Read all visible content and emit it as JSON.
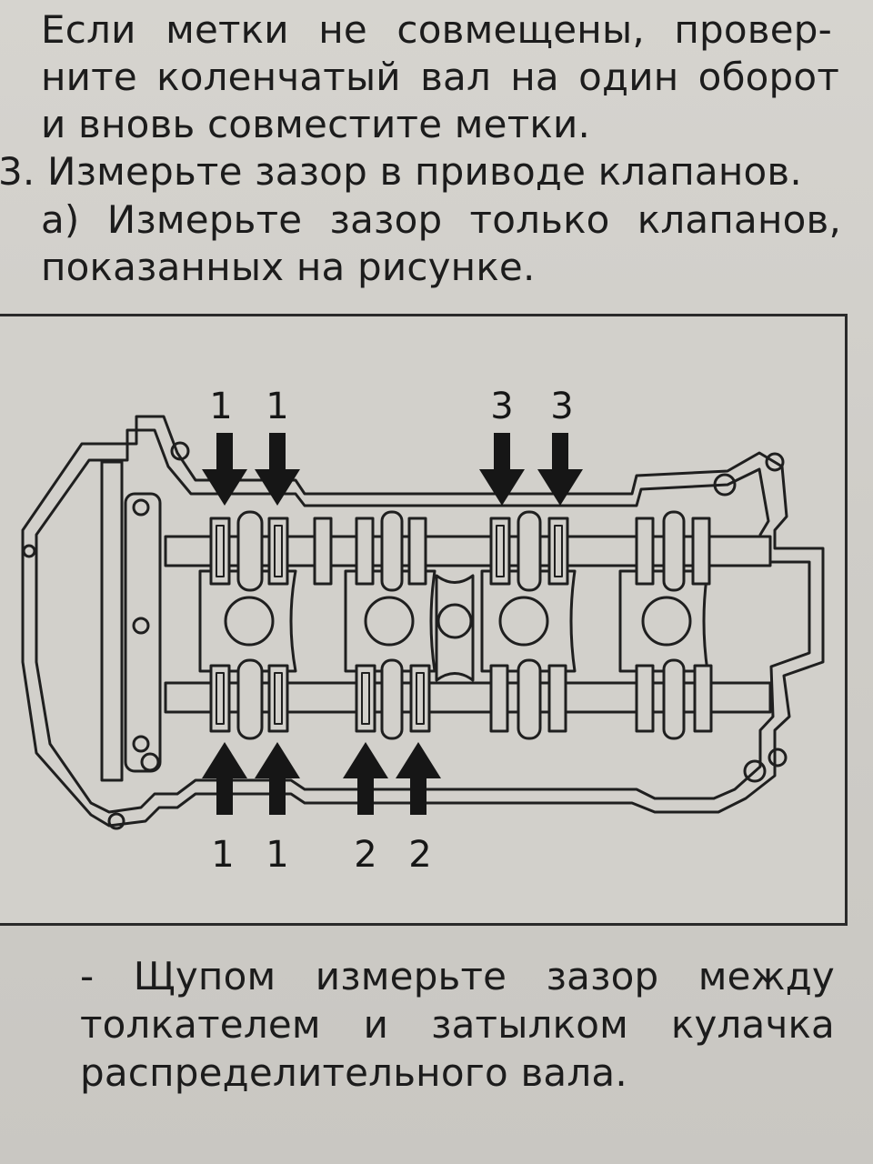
{
  "intro": {
    "line1": "Если метки не совмещены, провер-",
    "line2": "ните коленчатый вал на один оборот",
    "line3": "и вновь совместите метки."
  },
  "step3": {
    "heading": "3. Измерьте зазор в приводе клапанов.",
    "sub_a_line1": "а) Измерьте зазор только клапанов,",
    "sub_a_line2": "показанных на рисунке."
  },
  "figure": {
    "top_labels": [
      "1",
      "1",
      "3",
      "3"
    ],
    "bottom_labels": [
      "1",
      "1",
      "2",
      "2"
    ]
  },
  "note": {
    "line1": "- Щупом измерьте зазор между",
    "line2": "толкателем и затылком кулачка",
    "line3": "распределительного вала."
  }
}
